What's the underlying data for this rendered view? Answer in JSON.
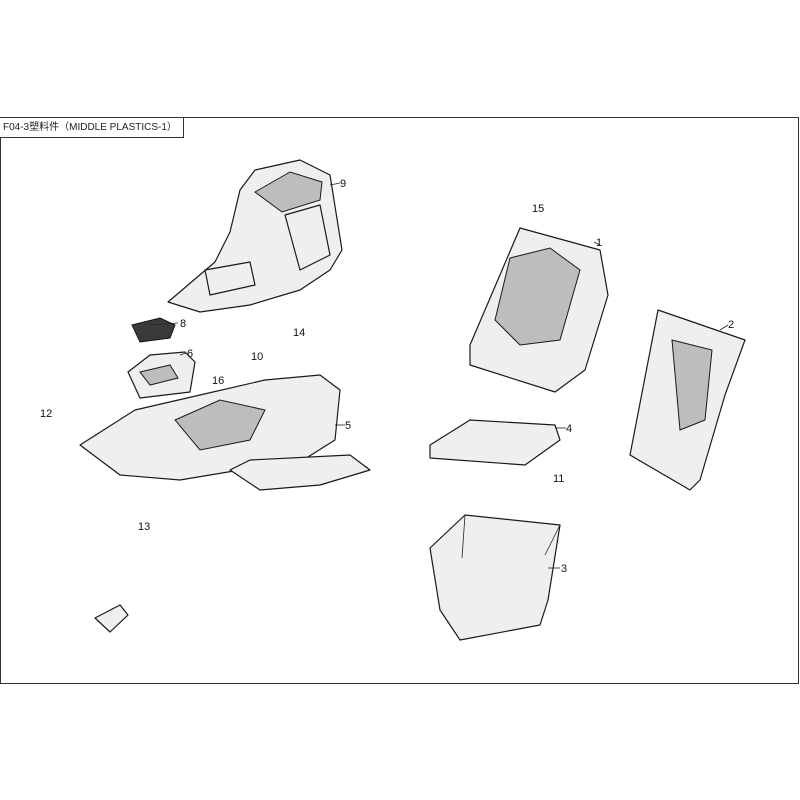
{
  "header": {
    "title": "F04-3塑料件（MIDDLE PLASTICS-1）"
  },
  "callouts": [
    "1",
    "2",
    "3",
    "4",
    "5",
    "6",
    "8",
    "9",
    "10",
    "11",
    "12",
    "13",
    "14",
    "15",
    "16"
  ]
}
